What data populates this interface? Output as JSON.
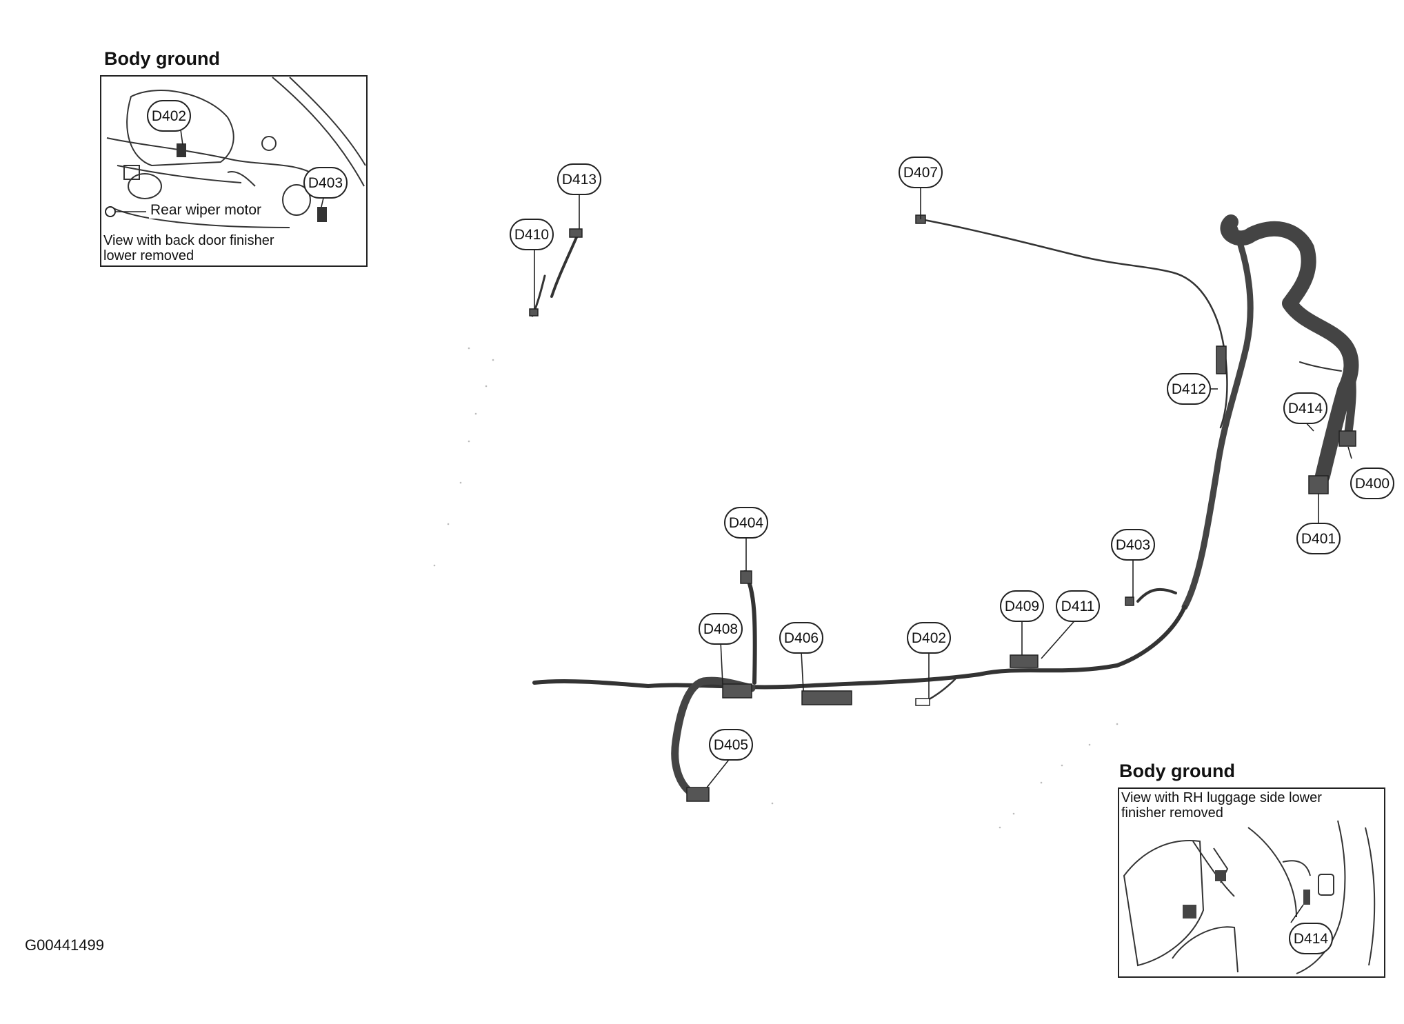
{
  "figure_id": "G00441499",
  "inset_top": {
    "heading": "Body ground",
    "callouts": [
      "D402",
      "D403"
    ],
    "rear_wiper_label": "Rear wiper motor",
    "view_note_line1": "View with back door finisher",
    "view_note_line2": "lower removed"
  },
  "inset_bottom": {
    "heading": "Body ground",
    "view_note_line1": "View with RH luggage side lower",
    "view_note_line2": "finisher removed",
    "callouts": [
      "D414"
    ]
  },
  "connectors": {
    "d400": "D400",
    "d401": "D401",
    "d402": "D402",
    "d403": "D403",
    "d404": "D404",
    "d405": "D405",
    "d406": "D406",
    "d407": "D407",
    "d408": "D408",
    "d409": "D409",
    "d410": "D410",
    "d411": "D411",
    "d412": "D412",
    "d413": "D413",
    "d414": "D414"
  }
}
